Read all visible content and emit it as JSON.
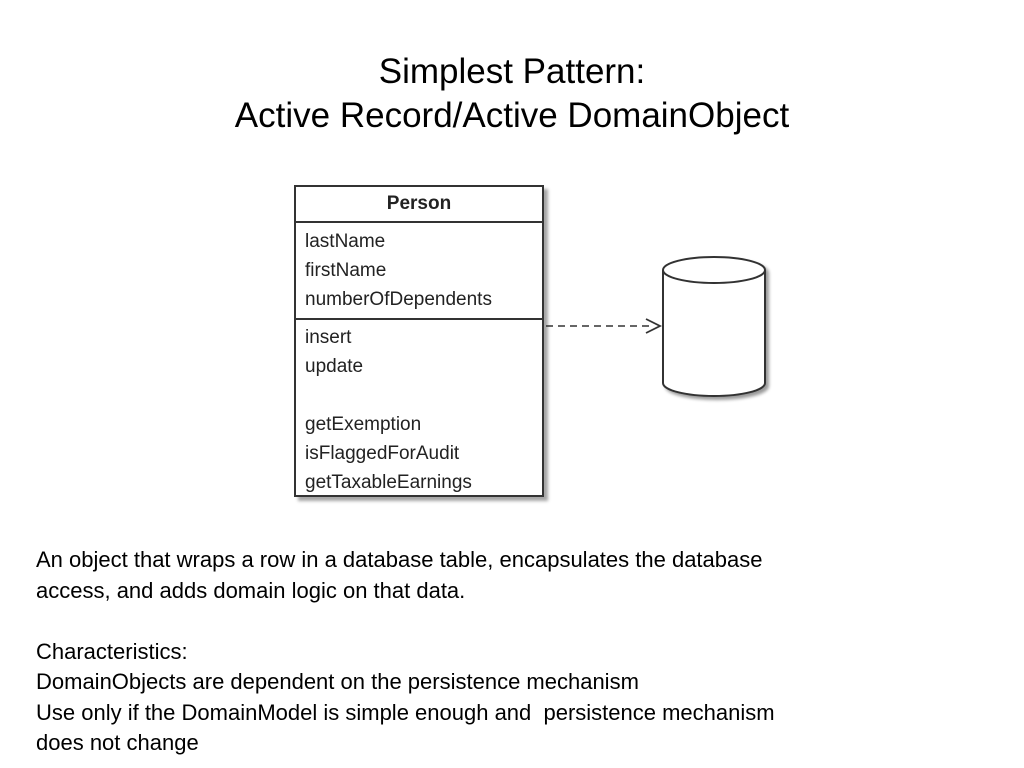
{
  "title": {
    "line1": "Simplest Pattern:",
    "line2": "Active Record/Active DomainObject"
  },
  "diagram": {
    "class_name": "Person",
    "attributes": [
      "lastName",
      "firstName",
      "numberOfDependents"
    ],
    "operations_group1": [
      "insert",
      "update"
    ],
    "operations_group2": [
      "getExemption",
      "isFlaggedForAudit",
      "getTaxableEarnings"
    ],
    "connector_style": "dashed-arrow",
    "target_icon": "database-cylinder-icon"
  },
  "description": {
    "definition_line1": "An object that wraps a row in a database table, encapsulates the database",
    "definition_line2": "access, and adds domain logic on that data.",
    "characteristics_heading": "Characteristics:",
    "characteristic1": "DomainObjects are dependent on the persistence mechanism",
    "characteristic2_line1": "Use only if the DomainModel is simple enough and  persistence mechanism",
    "characteristic2_line2": "does not change"
  }
}
